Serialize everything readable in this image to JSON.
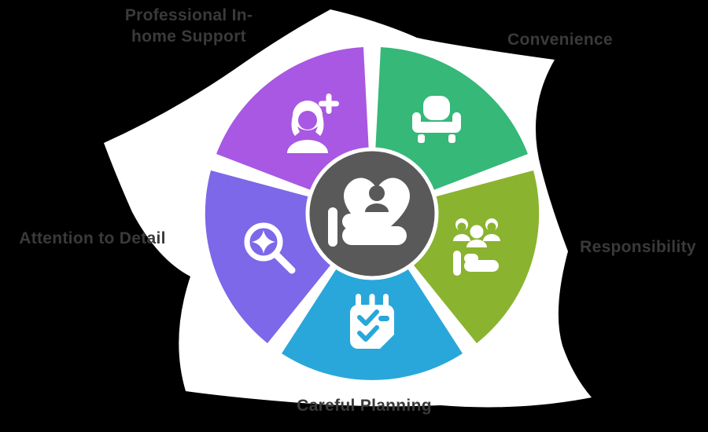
{
  "diagram": {
    "background_color": "#000000",
    "panel_color": "#ffffff",
    "label_color": "#3a3a3a",
    "center": {
      "icon": "hand-holding-heart-with-person-icon",
      "fill": "#595959",
      "ring": "#ffffff"
    },
    "segments": [
      {
        "label": "Professional In-home Support",
        "lines": [
          "Professional In-",
          "home Support"
        ],
        "color": "#a858e2",
        "icon": "nurse-add-icon",
        "position": "top-left"
      },
      {
        "label": "Convenience",
        "lines": [
          "Convenience"
        ],
        "color": "#35b878",
        "icon": "armchair-icon",
        "position": "top-right"
      },
      {
        "label": "Responsibility",
        "lines": [
          "Responsibility"
        ],
        "color": "#8ab32f",
        "icon": "family-group-icon",
        "position": "right"
      },
      {
        "label": "Careful Planning",
        "lines": [
          "Careful Planning"
        ],
        "color": "#29a7da",
        "icon": "checklist-icon",
        "position": "bottom"
      },
      {
        "label": "Attention to Detail",
        "lines": [
          "Attention to Detail"
        ],
        "color": "#7c68e8",
        "icon": "magnifier-sparkle-icon",
        "position": "left"
      }
    ]
  }
}
